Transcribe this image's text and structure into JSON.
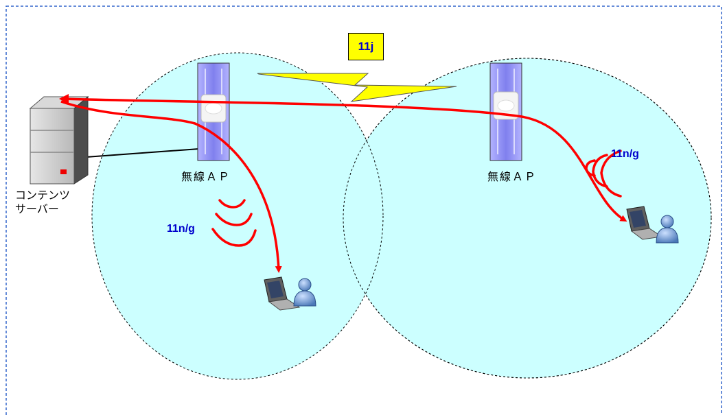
{
  "server": {
    "label_line1": "コンテンツ",
    "label_line2": "サーバー"
  },
  "access_points": [
    {
      "label": "無線ＡＰ"
    },
    {
      "label": "無線ＡＰ"
    }
  ],
  "link_label": "11j",
  "cells": [
    {
      "band_label": "11n/g"
    },
    {
      "band_label": "11n/g"
    }
  ],
  "colors": {
    "cell_fill": "#ccffff",
    "signal_red": "#ff0000",
    "bolt_yellow": "#ffff00",
    "ap_blue": "#9999ff",
    "label_blue": "#0000cc",
    "frame_blue": "#3366cc"
  },
  "icons": [
    "server-icon",
    "access-point-icon",
    "lightning-bolt-icon",
    "laptop-icon",
    "user-icon",
    "wifi-wave-icon"
  ]
}
